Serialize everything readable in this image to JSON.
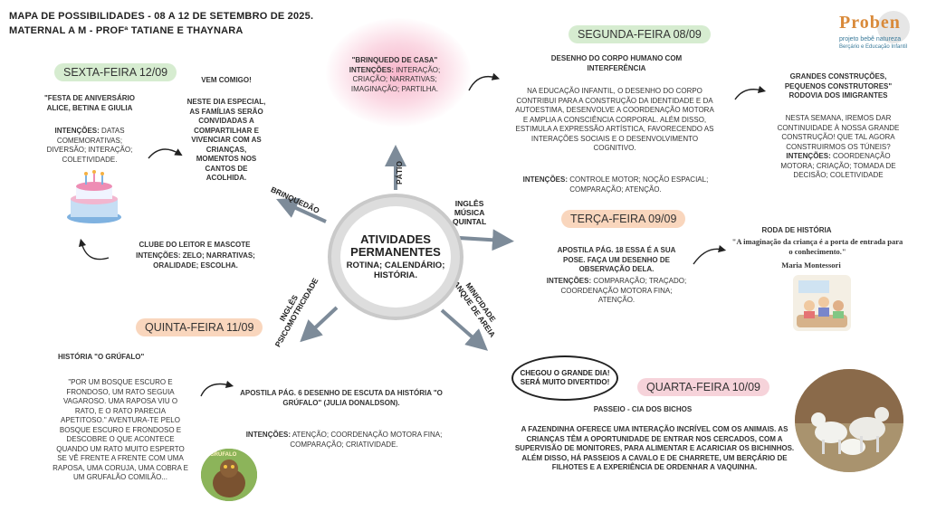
{
  "header": {
    "line1": "MAPA DE POSSIBILIDADES - 08 A 12 DE SETEMBRO DE 2025.",
    "line2": "MATERNAL A M - PROFª TATIANE E THAYNARA"
  },
  "logo": {
    "name": "Proben",
    "tagline1": "projeto bebê natureza",
    "tagline2": "Berçário e Educação Infantil"
  },
  "center": {
    "title": "ATIVIDADES PERMANENTES",
    "sub": "ROTINA; CALENDÁRIO; HISTÓRIA."
  },
  "routes": {
    "patio": "PÁTIO",
    "brinquedao": "BRINQUEDÃO",
    "ingles_musica": [
      "INGLÊS",
      "MÚSICA",
      "QUINTAL"
    ],
    "ingles_psico": [
      "INGLÊS",
      "PSICOMOTRICIDADE"
    ],
    "minicidade": [
      "MINICIDADE",
      "TANQUE DE AREIA"
    ]
  },
  "brinquedo": {
    "title": "\"BRINQUEDO DE CASA\"",
    "label": "INTENÇÕES:",
    "text": "INTERAÇÃO; CRIAÇÃO; NARRATIVAS; IMAGINAÇÃO; PARTILHA."
  },
  "sexta": {
    "day": "SEXTA-FEIRA 12/09",
    "festa": "\"FESTA DE ANIVERSÁRIO ALICE, BETINA E GIULIA",
    "int_label": "INTENÇÕES:",
    "int_text": "DATAS COMEMORATIVAS; DIVERSÃO; INTERAÇÃO; COLETIVIDADE.",
    "vem_title": "VEM COMIGO!",
    "vem_text": "NESTE DIA ESPECIAL, AS FAMÍLIAS SERÃO CONVIDADAS A COMPARTILHAR E VIVENCIAR COM AS CRIANÇAS, MOMENTOS NOS CANTOS DE ACOLHIDA.",
    "clube": "CLUBE DO LEITOR E MASCOTE",
    "clube_int": "INTENÇÕES: ZELO; NARRATIVAS; ORALIDADE; ESCOLHA."
  },
  "segunda": {
    "day": "SEGUNDA-FEIRA 08/09",
    "title": "DESENHO DO CORPO HUMANO COM INTERFERÊNCIA",
    "text": "NA EDUCAÇÃO INFANTIL, O DESENHO DO CORPO CONTRIBUI PARA A CONSTRUÇÃO DA IDENTIDADE E DA AUTOESTIMA, DESENVOLVE A COORDENAÇÃO MOTORA E AMPLIA A CONSCIÊNCIA CORPORAL. ALÉM DISSO, ESTIMULA A EXPRESSÃO ARTÍSTICA, FAVORECENDO AS INTERAÇÕES SOCIAIS E O DESENVOLVIMENTO COGNITIVO.",
    "int_label": "INTENÇÕES:",
    "int_text": "CONTROLE MOTOR; NOÇÃO ESPACIAL; COMPARAÇÃO; ATENÇÃO."
  },
  "construcoes": {
    "title": "GRANDES CONSTRUÇÕES, PEQUENOS CONSTRUTORES\" RODOVIA DOS IMIGRANTES",
    "text": "NESTA SEMANA, IREMOS DAR CONTINUIDADE À NOSSA GRANDE CONSTRUÇÃO! QUE TAL AGORA CONSTRUIRMOS OS TÚNEIS?",
    "int_label": "INTENÇÕES:",
    "int_text": "COORDENAÇÃO MOTORA; CRIAÇÃO; TOMADA DE DECISÃO; COLETIVIDADE"
  },
  "terca": {
    "day": "TERÇA-FEIRA 09/09",
    "title": "APOSTILA PÁG. 18 ESSA É A SUA POSE. FAÇA UM DESENHO DE OBSERVAÇÃO DELA.",
    "int_label": "INTENÇÕES:",
    "int_text": "COMPARAÇÃO; TRAÇADO; COORDENAÇÃO MOTORA FINA; ATENÇÃO."
  },
  "roda": {
    "title": "RODA DE HISTÓRIA",
    "quote": "\"A imaginação da criança é a porta de entrada para o conhecimento.\"",
    "author": "Maria Montessori"
  },
  "quinta": {
    "day": "QUINTA-FEIRA 11/09",
    "historia": "HISTÓRIA \"O GRÚFALO\"",
    "story": "\"POR UM BOSQUE ESCURO E FRONDOSO, UM RATO SEGUIA VAGAROSO. UMA RAPOSA VIU O RATO, E O RATO PARECIA APETITOSO.\" AVENTURA-TE PELO BOSQUE ESCURO E FRONDOSO E DESCOBRE O QUE ACONTECE QUANDO UM RATO MUITO ESPERTO SE VÊ FRENTE A FRENTE COM UMA RAPOSA, UMA CORUJA, UMA COBRA E UM GRUFALÃO COMILÃO...",
    "apostila": "APOSTILA PÁG. 6 DESENHO DE ESCUTA DA HISTÓRIA \"O GRÚFALO\" (JULIA DONALDSON).",
    "int_label": "INTENÇÕES:",
    "int_text": "ATENÇÃO; COORDENAÇÃO MOTORA FINA; COMPARAÇÃO; CRIATIVIDADE.",
    "book_cover": "GRÚFALO"
  },
  "quarta": {
    "day": "QUARTA-FEIRA 10/09",
    "bubble": "CHEGOU O GRANDE DIA! SERÁ MUITO DIVERTIDO!",
    "passeio": "PASSEIO - CIA DOS BICHOS",
    "text": "A FAZENDINHA OFERECE UMA INTERAÇÃO INCRÍVEL COM OS ANIMAIS. AS CRIANÇAS TÊM A OPORTUNIDADE DE ENTRAR NOS CERCADOS, COM A SUPERVISÃO DE MONITORES, PARA ALIMENTAR E ACARICIAR OS BICHINHOS. ALÉM DISSO, HÁ PASSEIOS A CAVALO E DE CHARRETE, UM BERÇÁRIO DE FILHOTES E A EXPERIÊNCIA DE ORDENHAR A VAQUINHA."
  },
  "colors": {
    "green": "#d6ecd0",
    "orange": "#f9d6bd",
    "pink": "#f6d3da",
    "arrow": "#7d8b99"
  }
}
